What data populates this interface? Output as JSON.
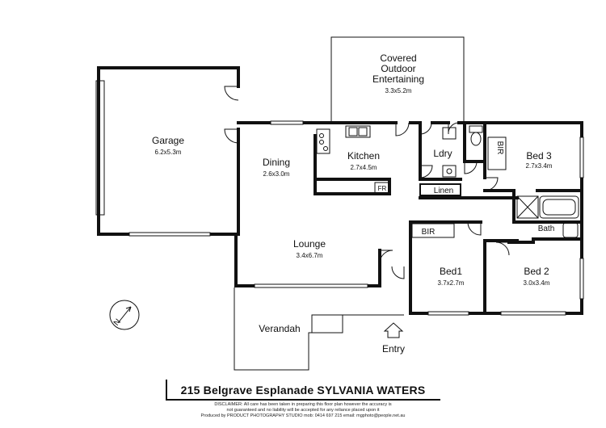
{
  "rooms": {
    "covered": {
      "name_lines": [
        "Covered",
        "Outdoor",
        "Entertaining"
      ],
      "size": "3.3x5.2m"
    },
    "garage": {
      "name": "Garage",
      "size": "6.2x5.3m"
    },
    "dining": {
      "name": "Dining",
      "size": "2.6x3.0m"
    },
    "kitchen": {
      "name": "Kitchen",
      "size": "2.7x4.5m"
    },
    "ldry": {
      "name": "Ldry"
    },
    "bed3": {
      "name": "Bed 3",
      "size": "2.7x3.4m"
    },
    "lounge": {
      "name": "Lounge",
      "size": "3.4x6.7m"
    },
    "bed1": {
      "name": "Bed1",
      "size": "3.7x2.7m"
    },
    "bed2": {
      "name": "Bed 2",
      "size": "3.0x3.4m"
    },
    "bath": {
      "name": "Bath"
    },
    "verandah": {
      "name": "Verandah"
    },
    "linen": {
      "name": "Linen"
    }
  },
  "fixtures": {
    "fr": "FR",
    "bir_bed1": "BIR",
    "bir_bed3": "BIR"
  },
  "entry": "Entry",
  "compass": "N",
  "address": "215 Belgrave Esplanade SYLVANIA WATERS",
  "disclaimer": [
    "DISCLAIMER: All care has been taken in preparing this floor plan however the accuracy is",
    "not guaranteed and no liability will be accepted for any reliance placed upon it",
    "Produced by PRODUCT PHOTOGRAPHY STUDIO mob: 0414 697 215 email: mgphoto@people.net.au"
  ]
}
